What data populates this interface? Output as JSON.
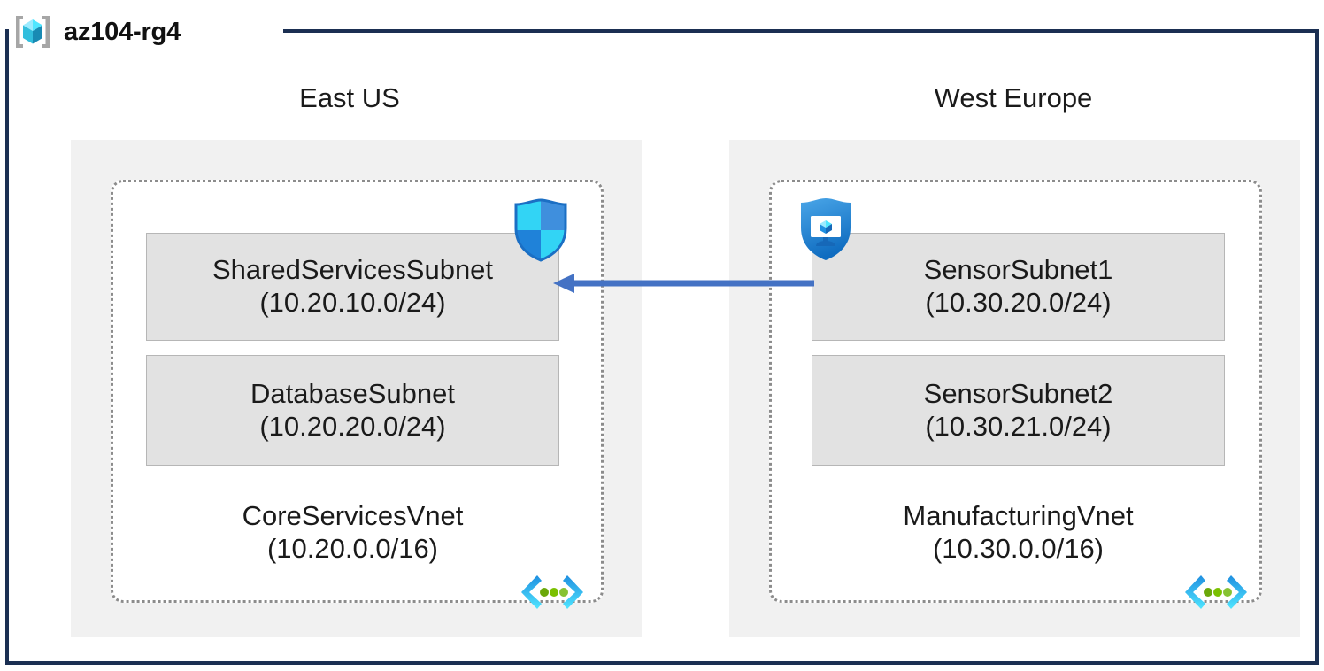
{
  "resource_group": {
    "name": "az104-rg4",
    "icon": "resource-group-cube-icon",
    "frame_color": "#1b2f52"
  },
  "regions": [
    {
      "id": "east-us",
      "label": "East US",
      "vnet": {
        "name": "CoreServicesVnet",
        "cidr": "(10.20.0.0/16)",
        "icon": "virtual-network-icon",
        "subnets": [
          {
            "name": "SharedServicesSubnet",
            "cidr": "(10.20.10.0/24)",
            "icon": "firewall-shield-icon"
          },
          {
            "name": "DatabaseSubnet",
            "cidr": "(10.20.20.0/24)",
            "icon": null
          }
        ]
      }
    },
    {
      "id": "west-europe",
      "label": "West Europe",
      "vnet": {
        "name": "ManufacturingVnet",
        "cidr": "(10.30.0.0/16)",
        "icon": "virtual-network-icon",
        "subnets": [
          {
            "name": "SensorSubnet1",
            "cidr": "(10.30.20.0/24)",
            "icon": "network-security-group-icon"
          },
          {
            "name": "SensorSubnet2",
            "cidr": "(10.30.21.0/24)",
            "icon": null
          }
        ]
      }
    }
  ],
  "connection": {
    "name": "vnet-peering-arrow",
    "direction": "right-to-left",
    "color": "#4472c4",
    "from": "SensorSubnet1",
    "to": "SharedServicesSubnet"
  },
  "colors": {
    "region_fill": "#f1f1f1",
    "subnet_fill": "#e2e2e2",
    "subnet_border": "#b6b6b6",
    "vnet_border": "#8c8c8c",
    "text": "#1a1a1a",
    "accent_blue": "#4472c4",
    "icon_cyan": "#50e6ff",
    "icon_blue": "#0078d4"
  }
}
